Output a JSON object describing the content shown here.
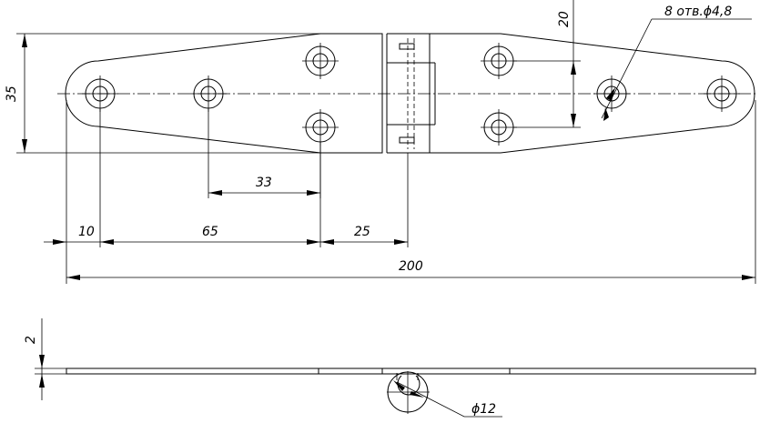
{
  "dimensions": {
    "d35": "35",
    "d20": "20",
    "d33": "33",
    "d10": "10",
    "d65": "65",
    "d25": "25",
    "d200": "200",
    "d2": "2"
  },
  "callouts": {
    "holes": "8 отв.ϕ4,8",
    "pin": "ϕ12"
  }
}
